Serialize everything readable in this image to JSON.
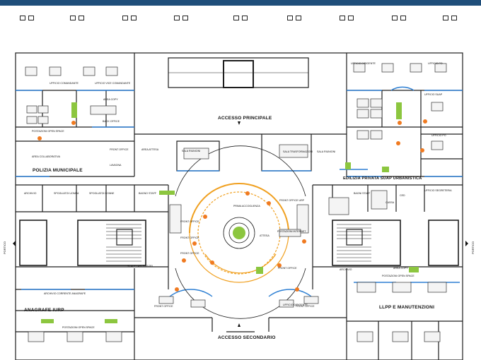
{
  "header": {
    "band_color": "#1f4e7a"
  },
  "colors": {
    "wall": "#1d1d1d",
    "accent_blue": "#2d7fd3",
    "arc_orange": "#f0a020",
    "dot_orange": "#f07a20",
    "dot_green": "#8cc63f"
  },
  "sections": {
    "accesso_principale": "ACCESSO PRINCIPALE",
    "accesso_secondario": "ACCESSO SECONDARIO",
    "polizia_municipale": "POLIZIA MUNICIPALE",
    "edilizia_privata": "EDILIZIA PRIVATA SUAP URBANISTICA",
    "anagrafe": "ANAGRAFE IURP",
    "llpp": "LLPP E MANUTENZIONI"
  },
  "room_labels": [
    "UFFICIO COMANDANTE",
    "UFFICIO VICE COMANDANTE",
    "AREA COPY",
    "BACK OFFICE",
    "POSTAZIONI OPEN SPACE",
    "AREA COLLABORATIVA",
    "FRONT OFFICE",
    "AREA ATTESA",
    "ARCHIVIO",
    "LAVAGNA",
    "SALA RIUNIONI",
    "SALA RIUNIONI",
    "SPOGLIATOI UOMINI",
    "SPOGLIATOI DONNE",
    "BAGNO STAFF",
    "PRIMA ACCOGLIENZA",
    "FRONT OFFICE URP",
    "FRONT OFFICE",
    "FRONT OFFICE",
    "ATTESA",
    "POSTAZIONI INTERNET",
    "FRONT OFFICE",
    "FRONT OFFICE",
    "FRONT OFFICE",
    "FRONT OFFICE",
    "UFFICIO DIRIGENTE",
    "UFFICIO PO",
    "UFFICIO SUAP",
    "UFFICIO PO",
    "ARCHIVIO CORRENTE ANAGRAFE",
    "POSTAZIONI OPEN SPACE",
    "AREA COPY",
    "POSTAZIONI OPEN SPACE",
    "ARCHIVIO",
    "BAGNI STAFF",
    "CASSA",
    "SCALE / ASCENSORI",
    "UFFICIO DIRIGENTE",
    "UFFICIO SEGRETERIA",
    "SALA TRASFORMAZIONI",
    "CED"
  ],
  "side_labels": {
    "left": "PORTICO",
    "right": "PORTICO"
  }
}
